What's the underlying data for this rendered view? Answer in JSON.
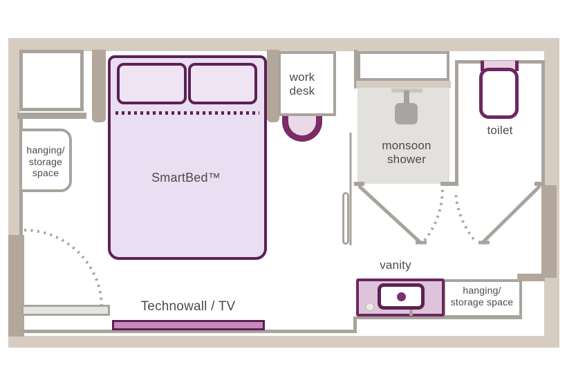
{
  "floorplan": {
    "labels": {
      "storage_left": "hanging/\nstorage\nspace",
      "smartbed": "SmartBed™",
      "work_desk": "work\ndesk",
      "monsoon_shower": "monsoon\nshower",
      "toilet": "toilet",
      "vanity": "vanity",
      "storage_right": "hanging/\nstorage space",
      "technowall": "Technowall / TV"
    },
    "colors": {
      "wall_light": "#d6ccc1",
      "wall_dark": "#b2a79a",
      "wall_line_gray": "#a8a49d",
      "purple_dark": "#5c2154",
      "purple": "#7b2b66",
      "bed_fill": "#eadef2",
      "pillow_fill": "#eee4f4",
      "chair_fill": "#ecd9e8",
      "shower_fill": "#e2e1dd",
      "vanity_fill": "#ddc4dc",
      "toilet_tank_fill": "#e8d0e5",
      "tv_fill": "#c889bf",
      "text": "#4c4a47"
    }
  }
}
